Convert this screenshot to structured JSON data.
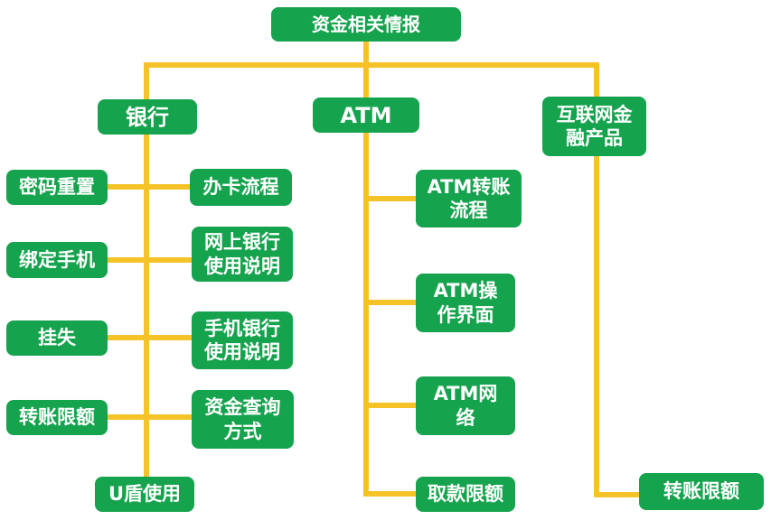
{
  "diagram": {
    "type": "org-chart",
    "colors": {
      "node_green": "#16a34e",
      "connector_yellow": "#f5c228",
      "text_white": "#ffffff",
      "background": "#ffffff"
    },
    "nodes": {
      "root": {
        "label": "资金相关情报",
        "lines": [
          "资金相关情报"
        ]
      },
      "bank": {
        "label": "银行",
        "lines": [
          "银行"
        ]
      },
      "atm": {
        "label": "ATM",
        "lines": [
          "ATM"
        ]
      },
      "internet": {
        "label": "互联网金融产品",
        "lines": [
          "互联网金",
          "融产品"
        ]
      },
      "password_reset": {
        "label": "密码重置",
        "lines": [
          "密码重置"
        ],
        "parent": "bank"
      },
      "card_process": {
        "label": "办卡流程",
        "lines": [
          "办卡流程"
        ],
        "parent": "bank"
      },
      "bind_phone": {
        "label": "绑定手机",
        "lines": [
          "绑定手机"
        ],
        "parent": "bank"
      },
      "online_banking": {
        "label": "网上银行使用说明",
        "lines": [
          "网上银行",
          "使用说明"
        ],
        "parent": "bank"
      },
      "report_loss": {
        "label": "挂失",
        "lines": [
          "挂失"
        ],
        "parent": "bank"
      },
      "mobile_banking": {
        "label": "手机银行使用说明",
        "lines": [
          "手机银行",
          "使用说明"
        ],
        "parent": "bank"
      },
      "bank_transfer_limit": {
        "label": "转账限额",
        "lines": [
          "转账限额"
        ],
        "parent": "bank"
      },
      "fund_inquiry": {
        "label": "资金查询方式",
        "lines": [
          "资金查询",
          "方式"
        ],
        "parent": "bank"
      },
      "ushield": {
        "label": "U盾使用",
        "lines": [
          "U盾使用"
        ],
        "parent": "bank"
      },
      "atm_transfer": {
        "label": "ATM转账流程",
        "lines": [
          "ATM转账",
          "流程"
        ],
        "parent": "atm"
      },
      "atm_interface": {
        "label": "ATM操作界面",
        "lines": [
          "ATM操",
          "作界面"
        ],
        "parent": "atm"
      },
      "atm_network": {
        "label": "ATM网络",
        "lines": [
          "ATM网",
          "络"
        ],
        "parent": "atm"
      },
      "withdraw_limit": {
        "label": "取款限额",
        "lines": [
          "取款限额"
        ],
        "parent": "atm"
      },
      "internet_transfer_limit": {
        "label": "转账限额",
        "lines": [
          "转账限额"
        ],
        "parent": "internet"
      }
    }
  }
}
